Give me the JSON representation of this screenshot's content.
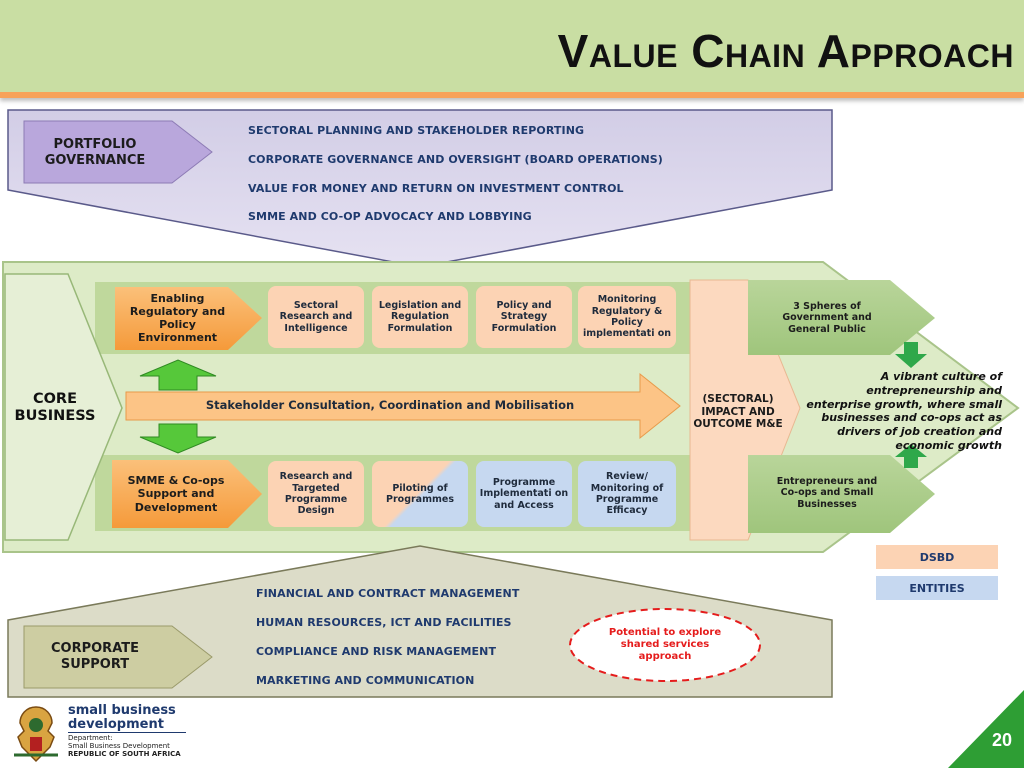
{
  "title": "Value Chain Approach",
  "portfolio": {
    "label": "PORTFOLIO GOVERNANCE",
    "items": [
      "SECTORAL PLANNING AND STAKEHOLDER  REPORTING",
      "CORPORATE GOVERNANCE AND OVERSIGHT (BOARD OPERATIONS)",
      "VALUE FOR MONEY AND RETURN ON INVESTMENT CONTROL",
      "SMME AND CO-OP ADVOCACY AND LOBBYING"
    ]
  },
  "core": {
    "label": "CORE BUSINESS",
    "top_arrow": "Enabling Regulatory and Policy Environment",
    "top_boxes": [
      "Sectoral Research and Intelligence",
      "Legislation and Regulation Formulation",
      "Policy and Strategy Formulation",
      "Monitoring Regulatory & Policy implementati on"
    ],
    "middle_arrow": "Stakeholder Consultation, Coordination and Mobilisation",
    "bottom_arrow": "SMME & Co-ops Support and Development",
    "bottom_boxes": [
      "Research and Targeted Programme Design",
      "Piloting of Programmes",
      "Programme Implementati on and Access",
      "Review/ Monitoring of Programme Efficacy"
    ],
    "impact": "(SECTORAL) IMPACT AND OUTCOME M&E",
    "top_outcome": "3 Spheres of Government and General Public",
    "bottom_outcome": "Entrepreneurs and Co-ops and Small Businesses",
    "vision": "A vibrant culture of entrepreneurship and enterprise growth, where small businesses and co-ops act as drivers of job creation and economic growth"
  },
  "legend": {
    "dsbd": "DSBD",
    "entities": "ENTITIES",
    "colors": {
      "dsbd": "#fcd3b4",
      "entities": "#c6d8f0"
    }
  },
  "corporate": {
    "label": "CORPORATE SUPPORT",
    "items": [
      "FINANCIAL AND CONTRACT MANAGEMENT",
      "HUMAN RESOURCES, ICT AND FACILITIES",
      "COMPLIANCE AND RISK MANAGEMENT",
      "MARKETING AND COMMUNICATION"
    ],
    "note": "Potential to explore shared services approach"
  },
  "footer": {
    "logo_line1": "small business",
    "logo_line2": "development",
    "dept_line1": "Department:",
    "dept_line2": "Small Business Development",
    "dept_line3": "REPUBLIC OF SOUTH AFRICA",
    "page_number": "20"
  }
}
